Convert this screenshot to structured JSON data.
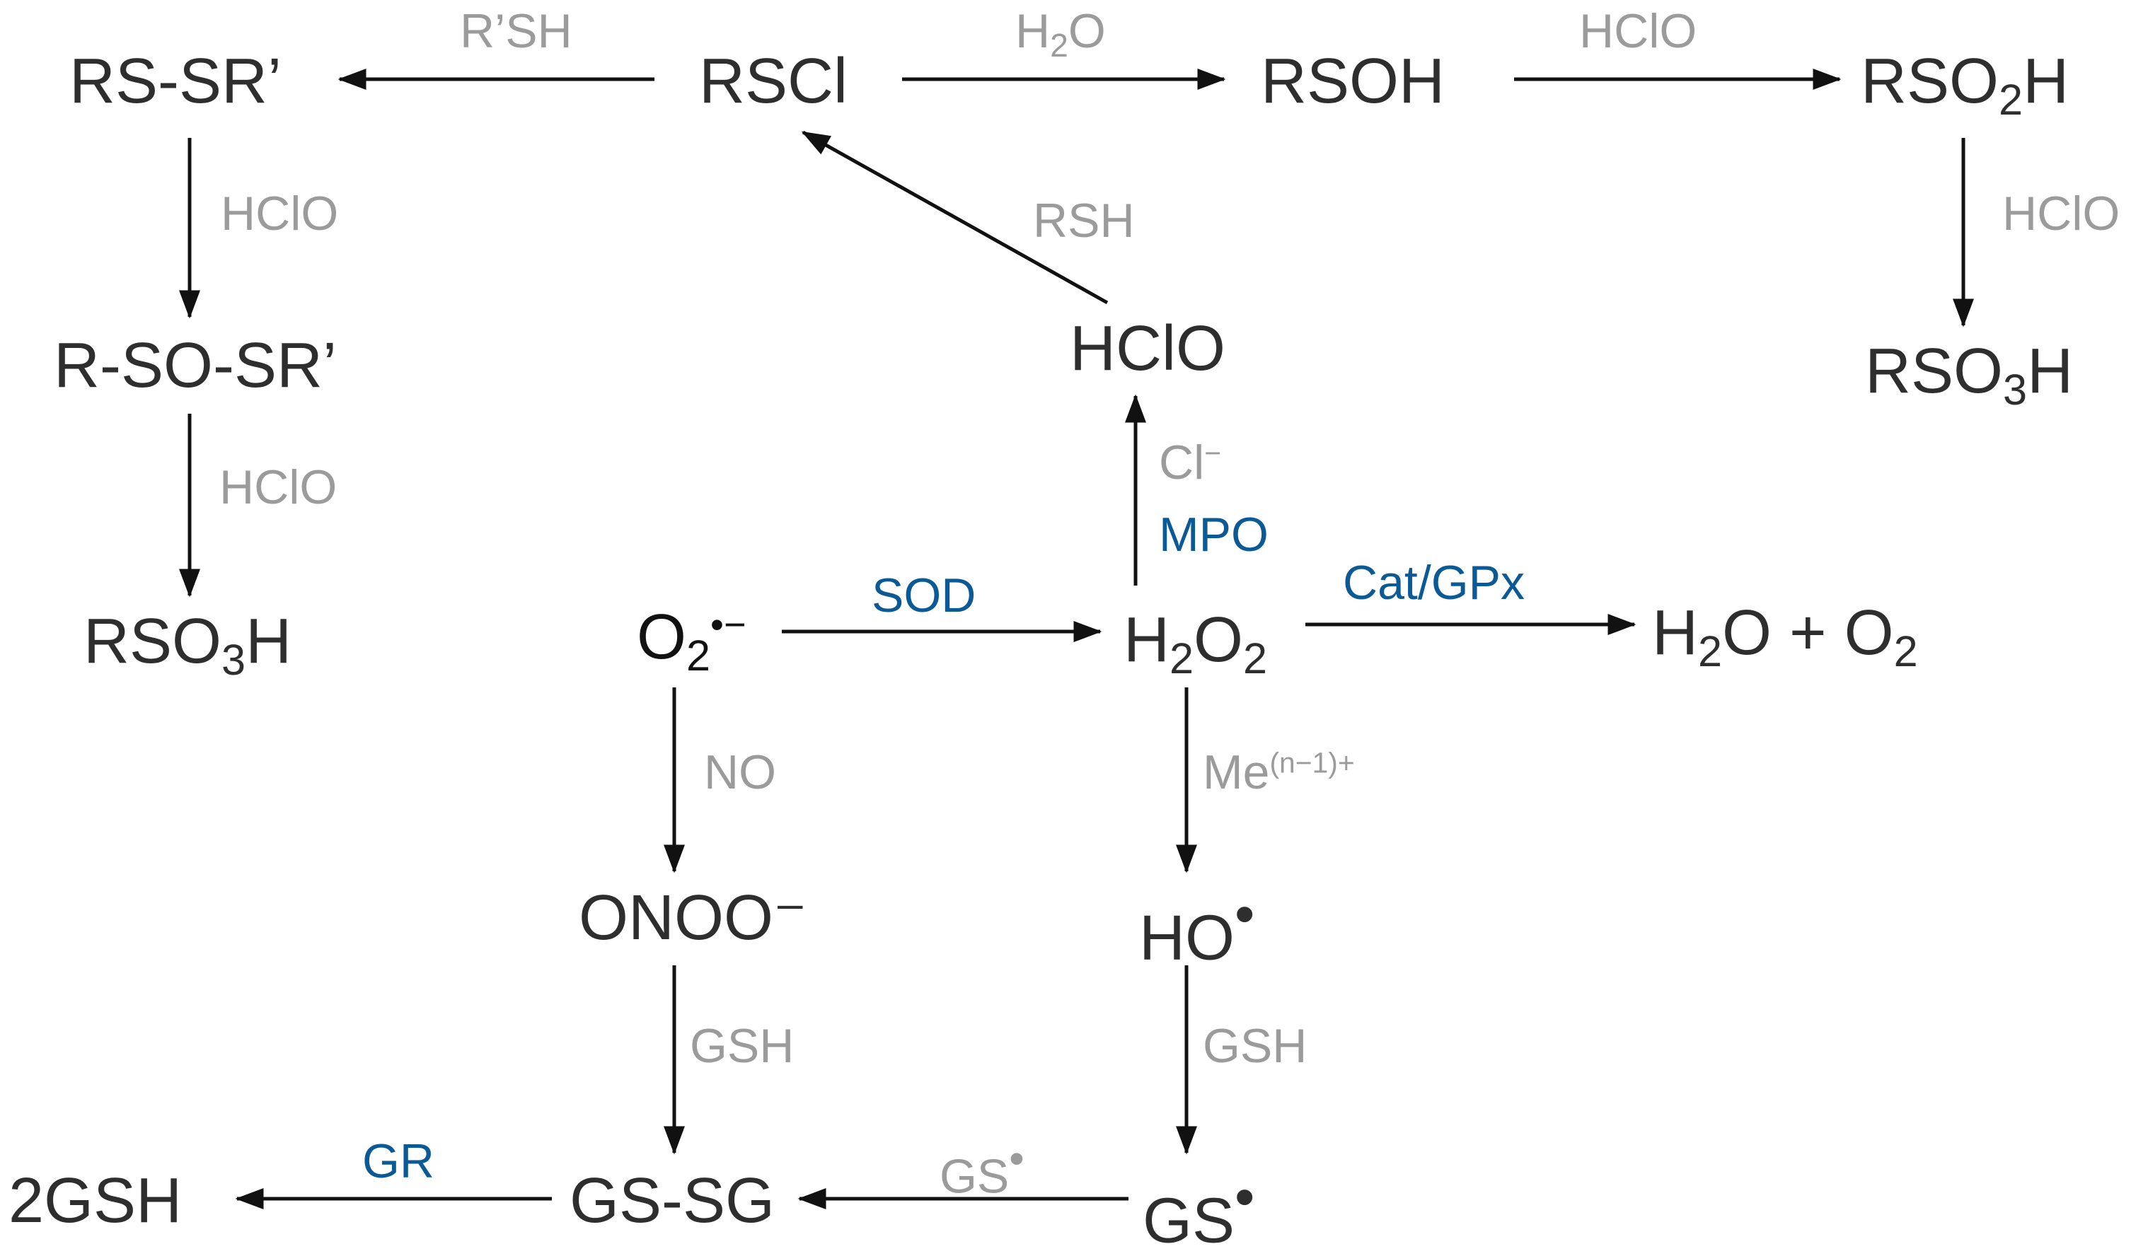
{
  "colors": {
    "species": "#2e2e2e",
    "reagent": "#9b9b9b",
    "enzyme": "#0b5a96",
    "arrow": "#111111"
  },
  "species": {
    "rs_sr": "RS-SR’",
    "r_so_sr": "R-SO-SR’",
    "rso3h_left": {
      "a": "RSO",
      "sub": "3",
      "b": "H"
    },
    "rscl": "RSCl",
    "rsoh": "RSOH",
    "rso2h": {
      "a": "RSO",
      "sub": "2",
      "b": "H"
    },
    "rso3h_right": {
      "a": "RSO",
      "sub": "3",
      "b": "H"
    },
    "hclo": "HClO",
    "superoxide": {
      "a": "O",
      "sub": "2",
      "sup": "•−"
    },
    "h2o2": {
      "a": "H",
      "sub1": "2",
      "b": "O",
      "sub2": "2"
    },
    "water_oxygen": {
      "a": "H",
      "sub1": "2",
      "b": "O + O",
      "sub2": "2"
    },
    "peroxynitrite": "ONOO⁻",
    "hydroxyl": {
      "a": "HO",
      "dot": "•"
    },
    "gssg": "GS-SG",
    "gs_radical": {
      "a": "GS",
      "dot": "•"
    },
    "gsh2": "2GSH"
  },
  "labels": {
    "rsh_prime": "R’SH",
    "water": {
      "a": "H",
      "sub": "2",
      "b": "O"
    },
    "hclo_top": "HClO",
    "hclo_left1": "HClO",
    "hclo_left2": "HClO",
    "hclo_right": "HClO",
    "rsh": "RSH",
    "chloride": {
      "a": "Cl",
      "sup": "−"
    },
    "mpo": "MPO",
    "sod": "SOD",
    "cat_gpx": "Cat/GPx",
    "no": "NO",
    "metal": {
      "a": "Me",
      "sup": "(n−1)+"
    },
    "gsh_left": "GSH",
    "gsh_right": "GSH",
    "gs_radical_label": {
      "a": "GS",
      "dot": "•"
    },
    "gr": "GR"
  }
}
